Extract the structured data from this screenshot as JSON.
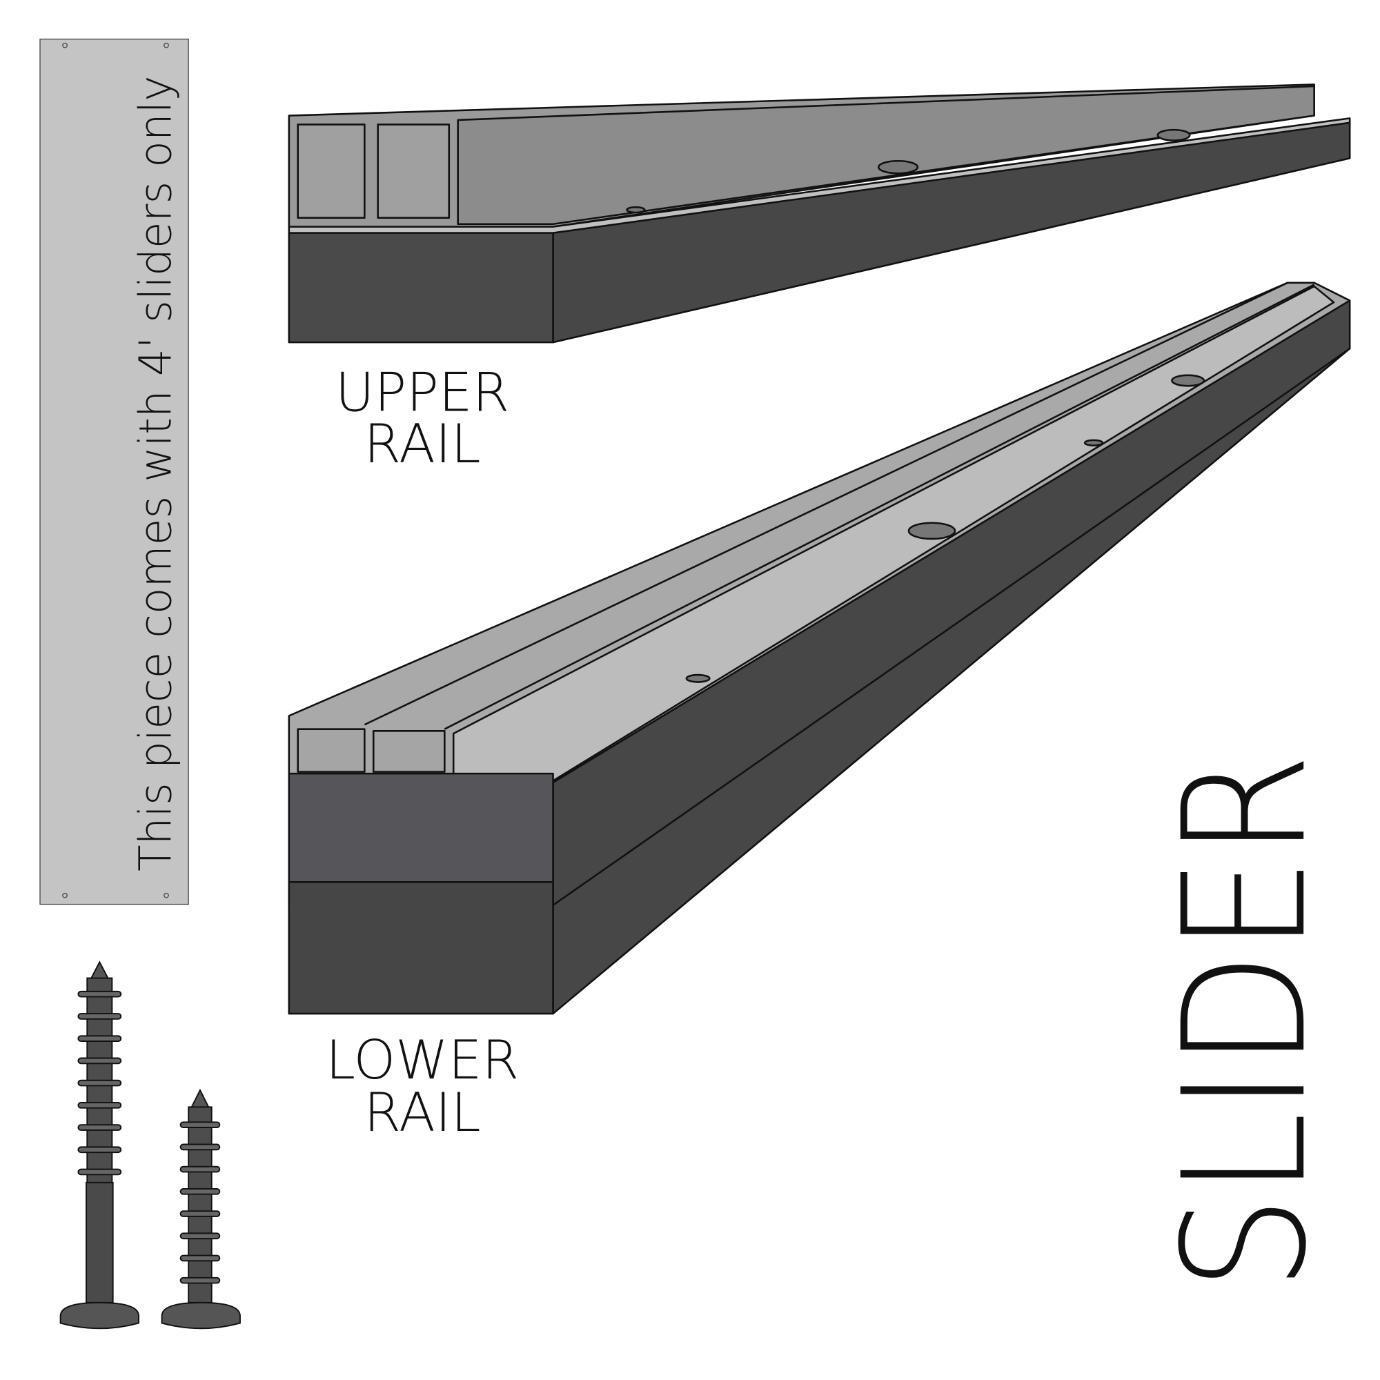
{
  "note_panel": {
    "text": "This piece comes with 4' sliders only"
  },
  "labels": {
    "upper_rail_line1": "UPPER",
    "upper_rail_line2": "RAIL",
    "lower_rail_line1": "LOWER",
    "lower_rail_line2": "RAIL"
  },
  "title": "SLIDER",
  "colors": {
    "panel": "#c4c4c4",
    "rail_dark": "#4a4a4a",
    "rail_light": "#b8b8b8",
    "rail_mid": "#8f8f8f"
  }
}
